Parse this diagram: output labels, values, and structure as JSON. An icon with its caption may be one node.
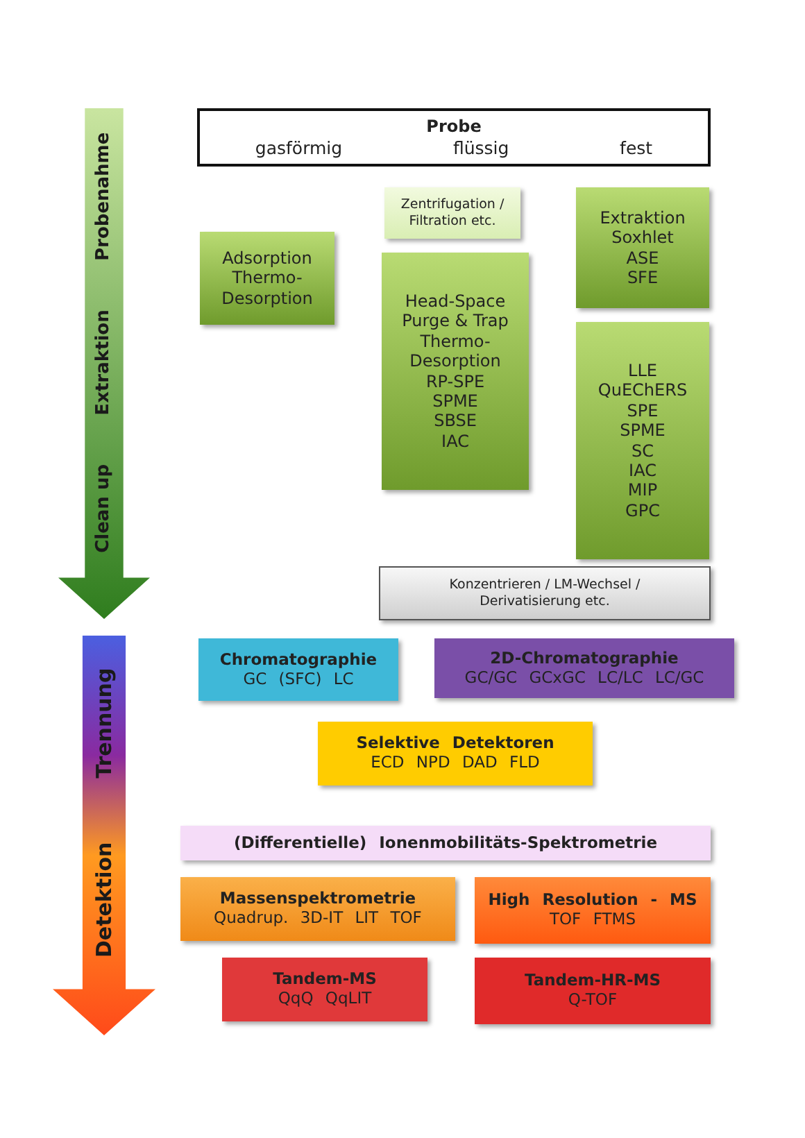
{
  "diagram": {
    "nodes": [
      {
        "text": [
          "Probenahme",
          "Extraktion",
          "Clean up"
        ]
      },
      {
        "text": [
          "Probe",
          "gasförmig",
          "flüssig",
          "fest"
        ]
      },
      {
        "text": [
          "Zentrifugation / Filtration etc."
        ]
      },
      {
        "text": [
          "Extraktion",
          "Soxhlet",
          "ASE",
          "SFE"
        ]
      },
      {
        "text": [
          "Adsorption",
          "Thermo-Desorption"
        ]
      },
      {
        "text": [
          "Head-Space",
          "Purge & Trap",
          "Thermo-Desorption",
          "RP-SPE",
          "SPME",
          "SBSE",
          "IAC"
        ]
      },
      {
        "text": [
          "LLE",
          "QuEChERS",
          "SPE",
          "SPME",
          "SC",
          "IAC",
          "MIP",
          "GPC"
        ]
      },
      {
        "text": [
          "Konzentrieren / LM-Wechsel / Derivatisierung etc."
        ]
      },
      {
        "text": [
          "Trennung",
          "Detektion"
        ]
      },
      {
        "text": [
          "Chromatographie",
          "GC (SFC) LC"
        ]
      },
      {
        "text": [
          "2D-Chromatographie",
          "GC/GC GCxGC LC/LC LC/GC"
        ]
      },
      {
        "text": [
          "Selektive Detektoren",
          "ECD NPD DAD FLD"
        ]
      },
      {
        "text": [
          "(Differentielle) Ionenmobilitäts-Spektrometrie"
        ]
      },
      {
        "text": [
          "Massenspektrometrie",
          "Quadrup. 3D-IT LIT TOF"
        ]
      },
      {
        "text": [
          "High Resolution - MS",
          "TOF FTMS"
        ]
      },
      {
        "text": [
          "Tandem-MS",
          "QqQ QqLIT"
        ]
      },
      {
        "text": [
          "Tandem-HR-MS",
          "Q-TOF"
        ]
      }
    ]
  }
}
